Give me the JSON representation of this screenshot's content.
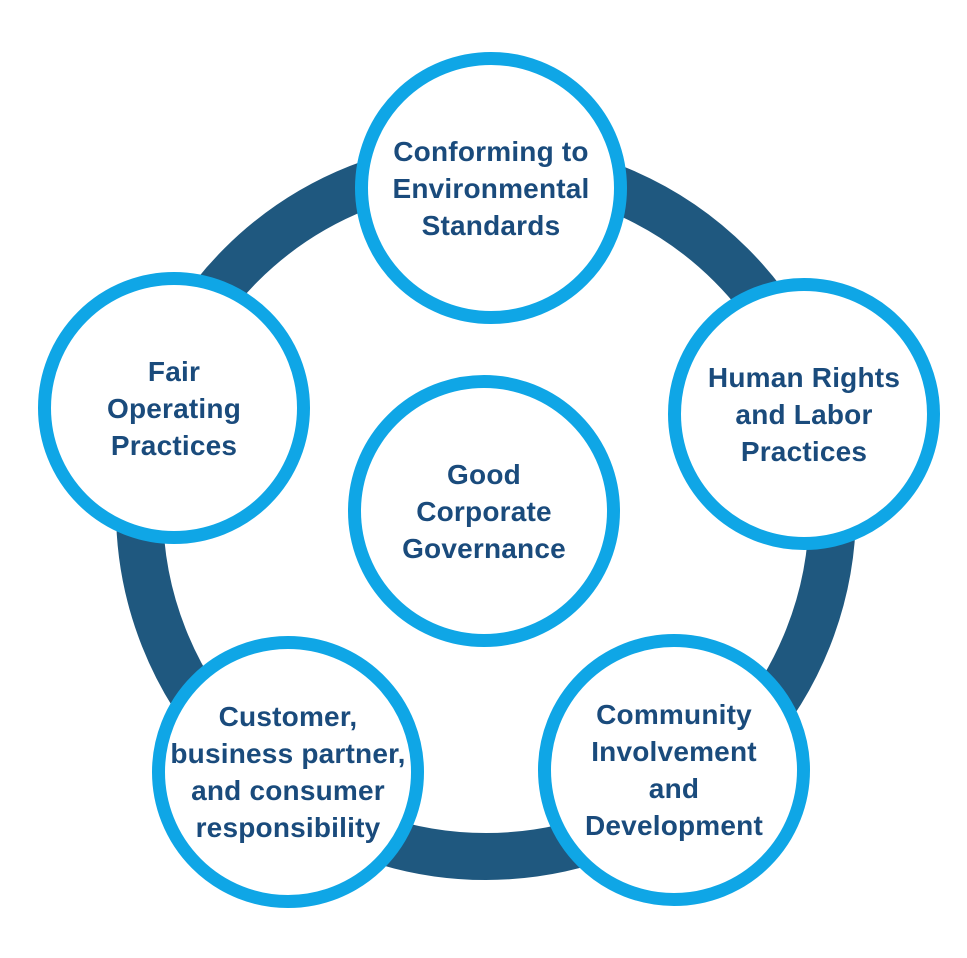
{
  "colors": {
    "background": "#FFFFFF",
    "ring": "#1F587F",
    "circle_border": "#0FA6E6",
    "circle_fill": "#FFFFFF",
    "text": "#1A4B7C"
  },
  "diagram": {
    "center": {
      "label": "Good\nCorporate\nGovernance"
    },
    "nodes": [
      {
        "position": "top",
        "label": "Conforming to\nEnvironmental\nStandards"
      },
      {
        "position": "right",
        "label": "Human Rights\nand Labor\nPractices"
      },
      {
        "position": "bottom-right",
        "label": "Community\nInvolvement\nand\nDevelopment"
      },
      {
        "position": "bottom-left",
        "label": "Customer,\nbusiness partner,\nand consumer\nresponsibility"
      },
      {
        "position": "left",
        "label": "Fair\nOperating\nPractices"
      }
    ]
  }
}
